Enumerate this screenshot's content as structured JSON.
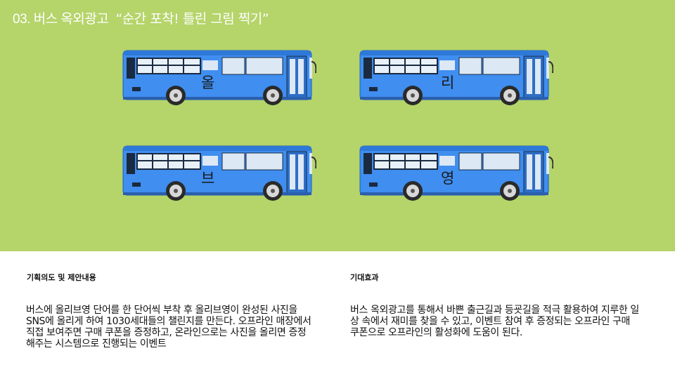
{
  "title": {
    "number": "03. 버스 옥외광고",
    "quote": "“순간 포착! 틀린 그림 찍기”"
  },
  "buses": [
    {
      "letter": "올"
    },
    {
      "letter": "리"
    },
    {
      "letter": "브"
    },
    {
      "letter": "영"
    }
  ],
  "colors": {
    "background_top": "#b5d46a",
    "bus_body": "#3f8ef0",
    "title_text": "#ffffff"
  },
  "plan": {
    "heading": "기획의도 및 제안내용",
    "body": "버스에 올리브영 단어를 한 단어씩 부착 후 올리브영이 완성된 사진을 SNS에 올리게 하여 1030세대들의 챌린지를 만든다. 오프라인 매장에서 직접 보여주면 구매 쿠폰을 증정하고, 온라인으로는 사진을 올리면 증정해주는 시스템으로 진행되는 이벤트"
  },
  "effect": {
    "heading": "기대효과",
    "body": "버스 옥외광고를 통해서 바쁜 출근길과 등굣길을 적극 활용하여 지루한 일상 속에서 재미를 찾을 수 있고, 이벤트 참여 후 증정되는 오프라인 구매 쿠폰으로 오프라인의 활성화에 도움이 된다."
  }
}
